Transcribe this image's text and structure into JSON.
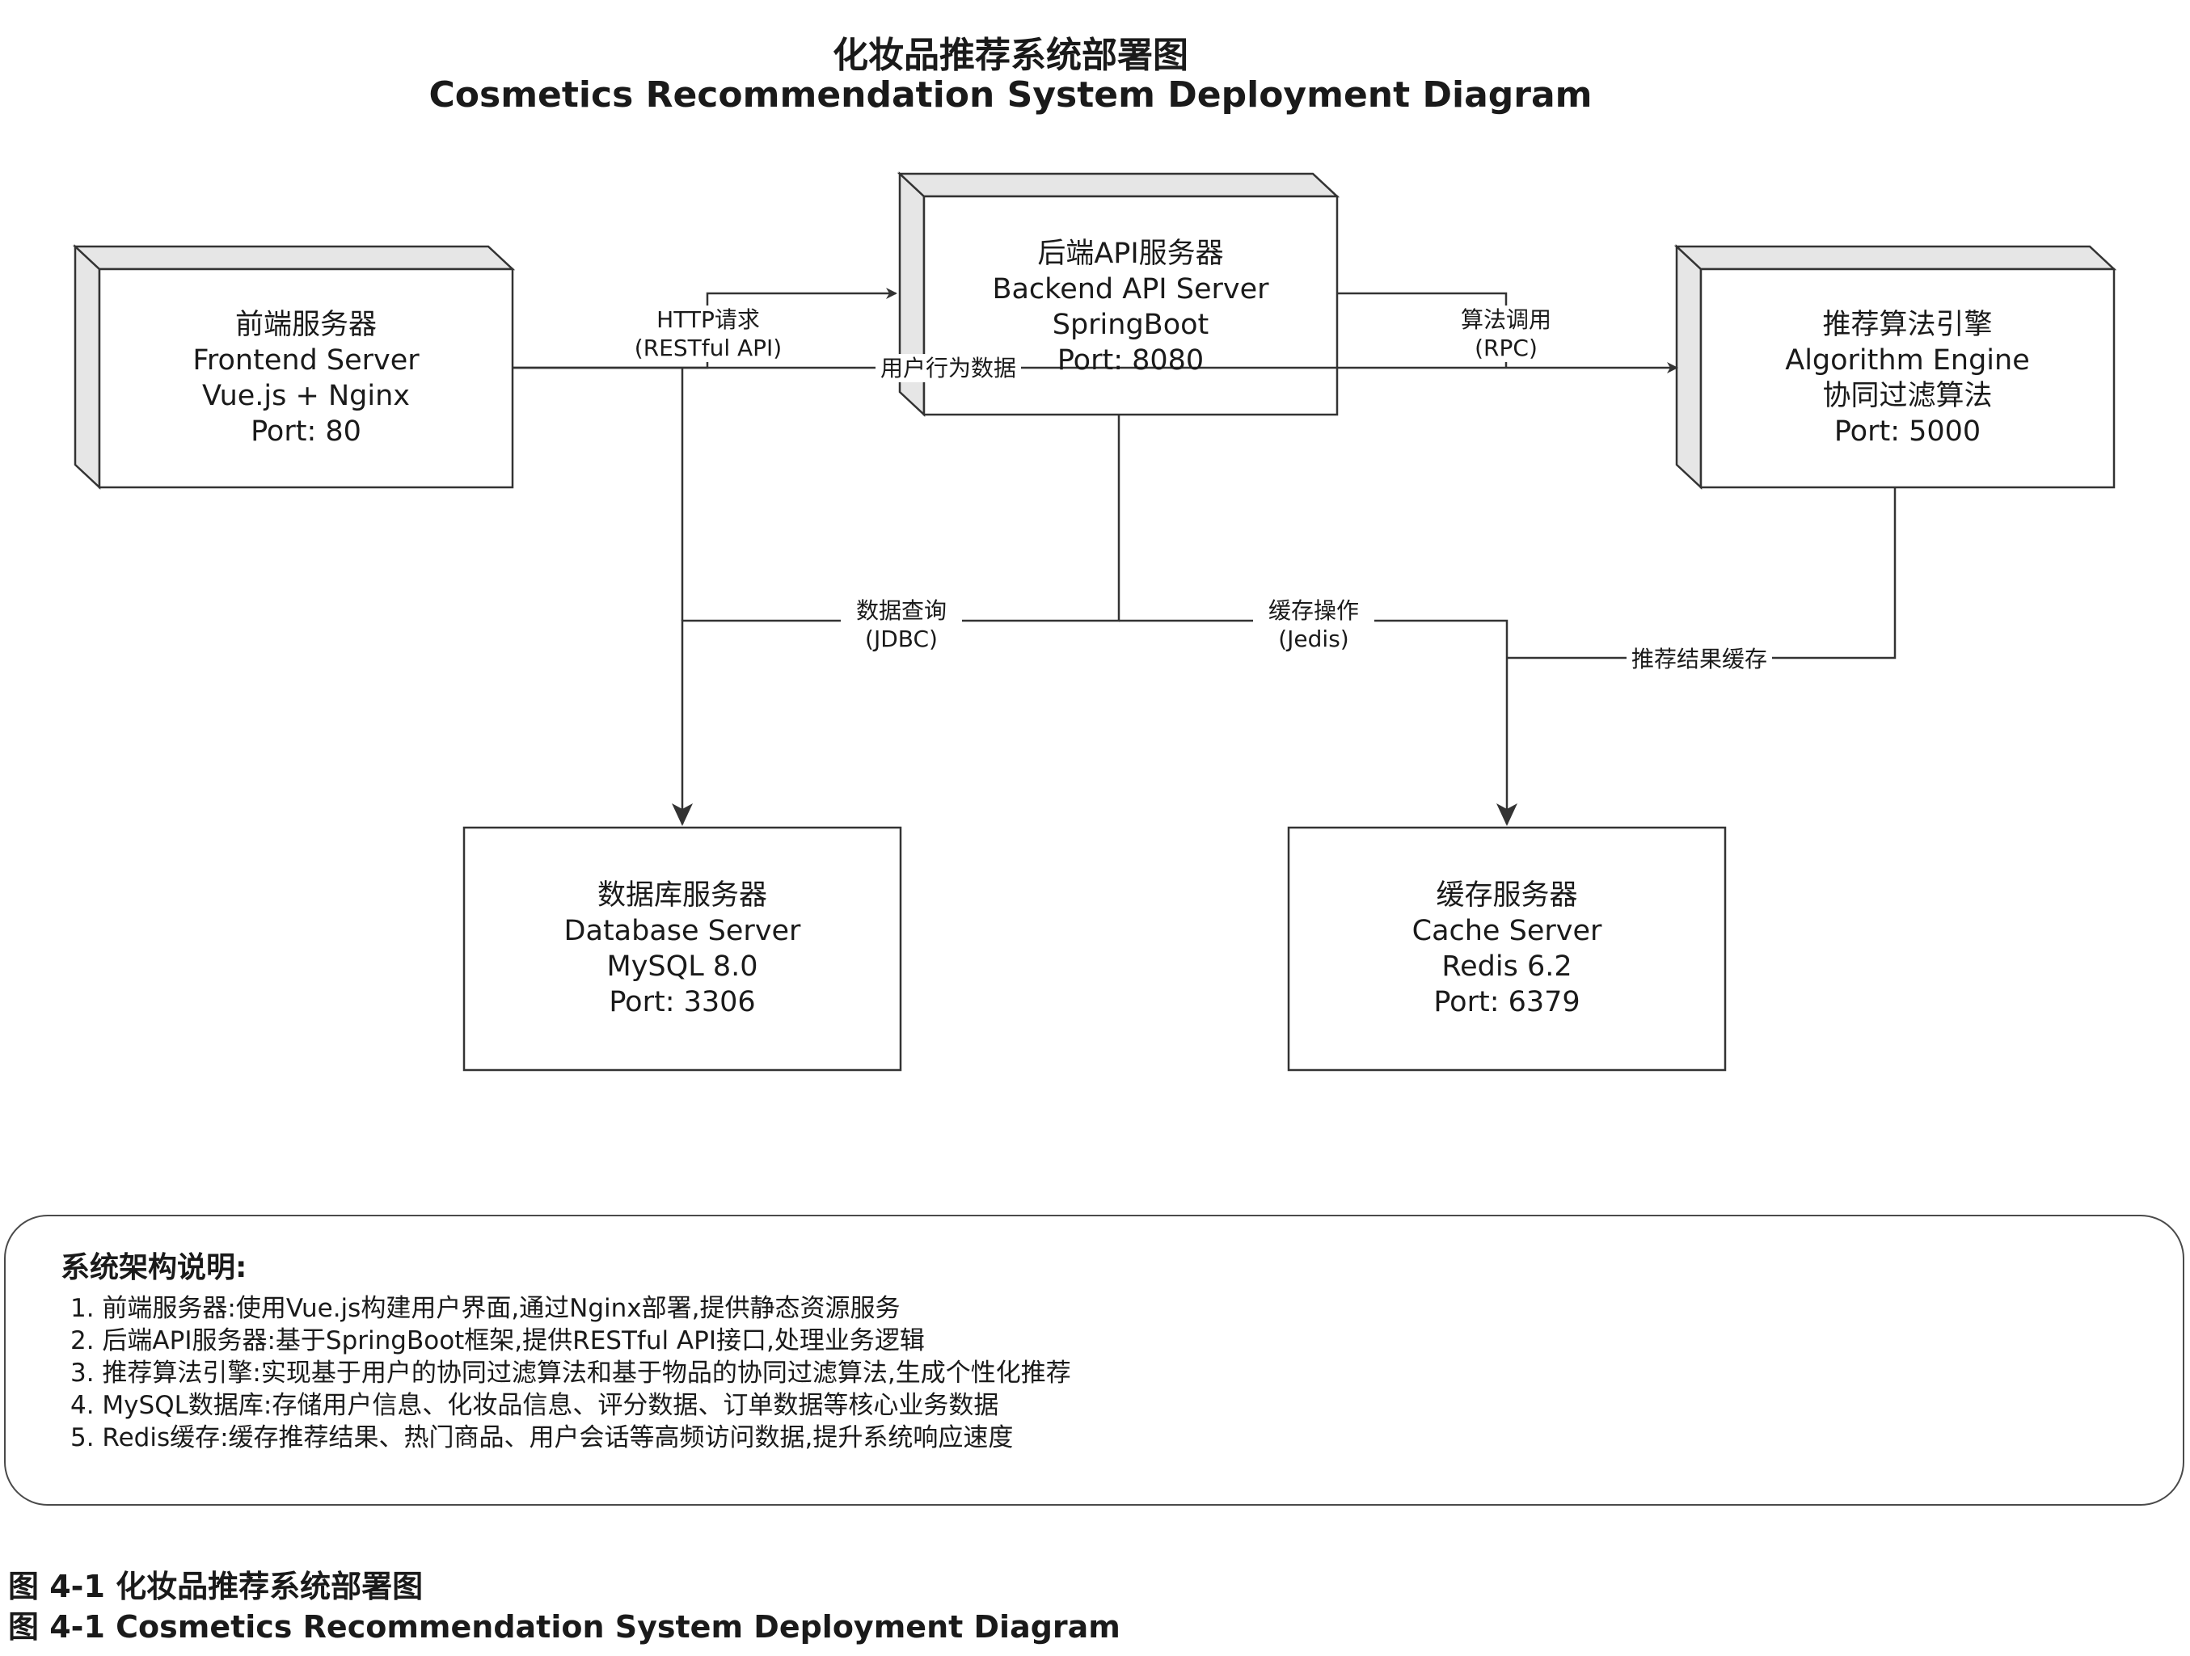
{
  "title": {
    "zh": "化妆品推荐系统部署图",
    "en": "Cosmetics Recommendation System Deployment Diagram"
  },
  "nodes": {
    "frontend": [
      "前端服务器",
      "Frontend Server",
      "Vue.js + Nginx",
      "Port: 80"
    ],
    "backend": [
      "后端API服务器",
      "Backend API Server",
      "SpringBoot",
      "Port: 8080"
    ],
    "algorithm": [
      "推荐算法引擎",
      "Algorithm Engine",
      "协同过滤算法",
      "Port: 5000"
    ],
    "database": [
      "数据库服务器",
      "Database Server",
      "MySQL 8.0",
      "Port: 3306"
    ],
    "cache": [
      "缓存服务器",
      "Cache Server",
      "Redis 6.2",
      "Port: 6379"
    ]
  },
  "edges": {
    "http": [
      "HTTP请求",
      "(RESTful API)"
    ],
    "behavior": "用户行为数据",
    "rpc": [
      "算法调用",
      "(RPC)"
    ],
    "jdbc": [
      "数据查询",
      "(JDBC)"
    ],
    "jedis": [
      "缓存操作",
      "(Jedis)"
    ],
    "result_cache": "推荐结果缓存"
  },
  "notes": {
    "title": "系统架构说明:",
    "items": [
      "1. 前端服务器:使用Vue.js构建用户界面,通过Nginx部署,提供静态资源服务",
      "2. 后端API服务器:基于SpringBoot框架,提供RESTful API接口,处理业务逻辑",
      "3. 推荐算法引擎:实现基于用户的协同过滤算法和基于物品的协同过滤算法,生成个性化推荐",
      "4. MySQL数据库:存储用户信息、化妆品信息、评分数据、订单数据等核心业务数据",
      "5. Redis缓存:缓存推荐结果、热门商品、用户会话等高频访问数据,提升系统响应速度"
    ]
  },
  "caption": {
    "zh": "图 4-1 化妆品推荐系统部署图",
    "en": "图 4-1 Cosmetics Recommendation System Deployment Diagram"
  }
}
